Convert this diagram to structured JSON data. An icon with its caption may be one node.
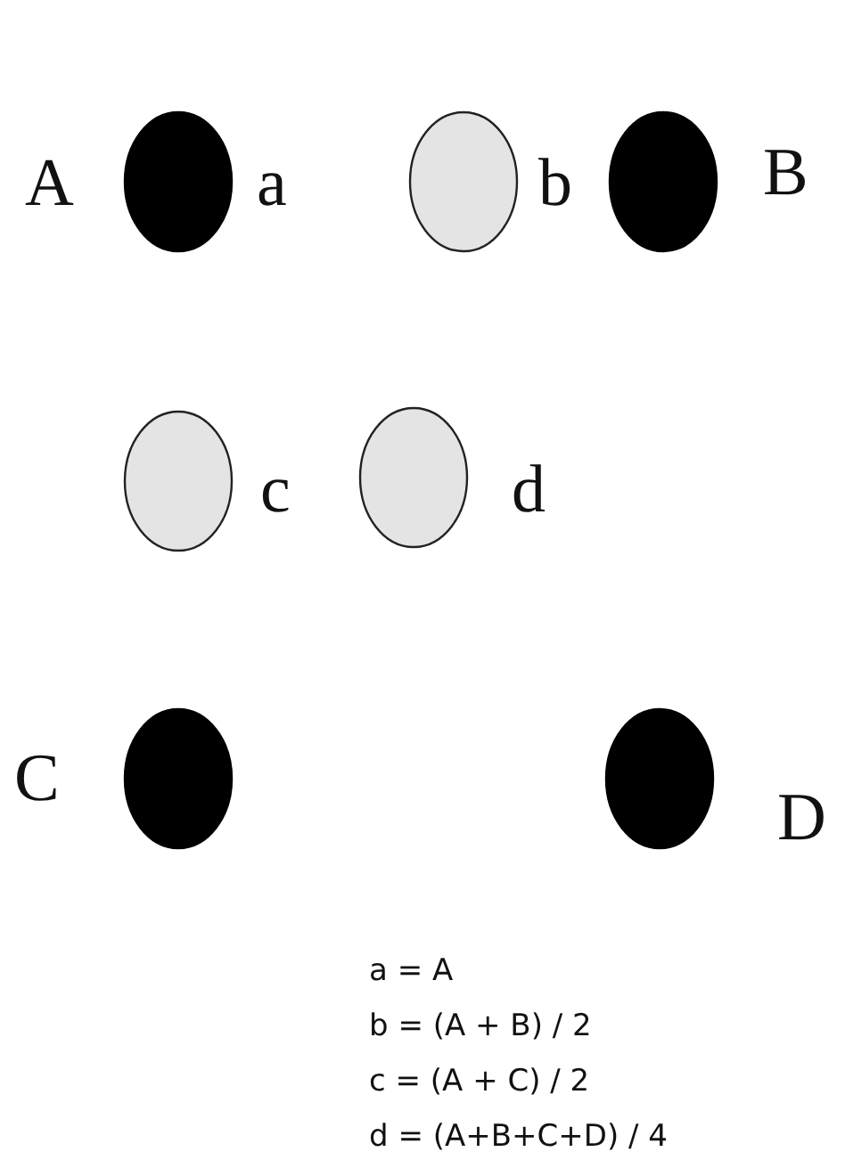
{
  "diagram": {
    "nodes": [
      {
        "text": [],
        "shape": "circle",
        "beside": [
          "A",
          "a"
        ]
      },
      {
        "text": [],
        "shape": "circle",
        "beside": [
          "b"
        ]
      },
      {
        "text": [],
        "shape": "circle",
        "beside": [
          "B"
        ]
      },
      {
        "text": [],
        "shape": "circle",
        "beside": [
          "c"
        ]
      },
      {
        "text": [],
        "shape": "circle",
        "beside": [
          "d"
        ]
      },
      {
        "text": [],
        "shape": "circle",
        "beside": [
          "C"
        ]
      },
      {
        "text": [],
        "shape": "circle",
        "beside": [
          "D"
        ]
      }
    ],
    "labels": [
      "a = A",
      "b = (A + B) / 2",
      "c = (A + C) / 2",
      "d = (A+B+C+D) / 4"
    ]
  }
}
